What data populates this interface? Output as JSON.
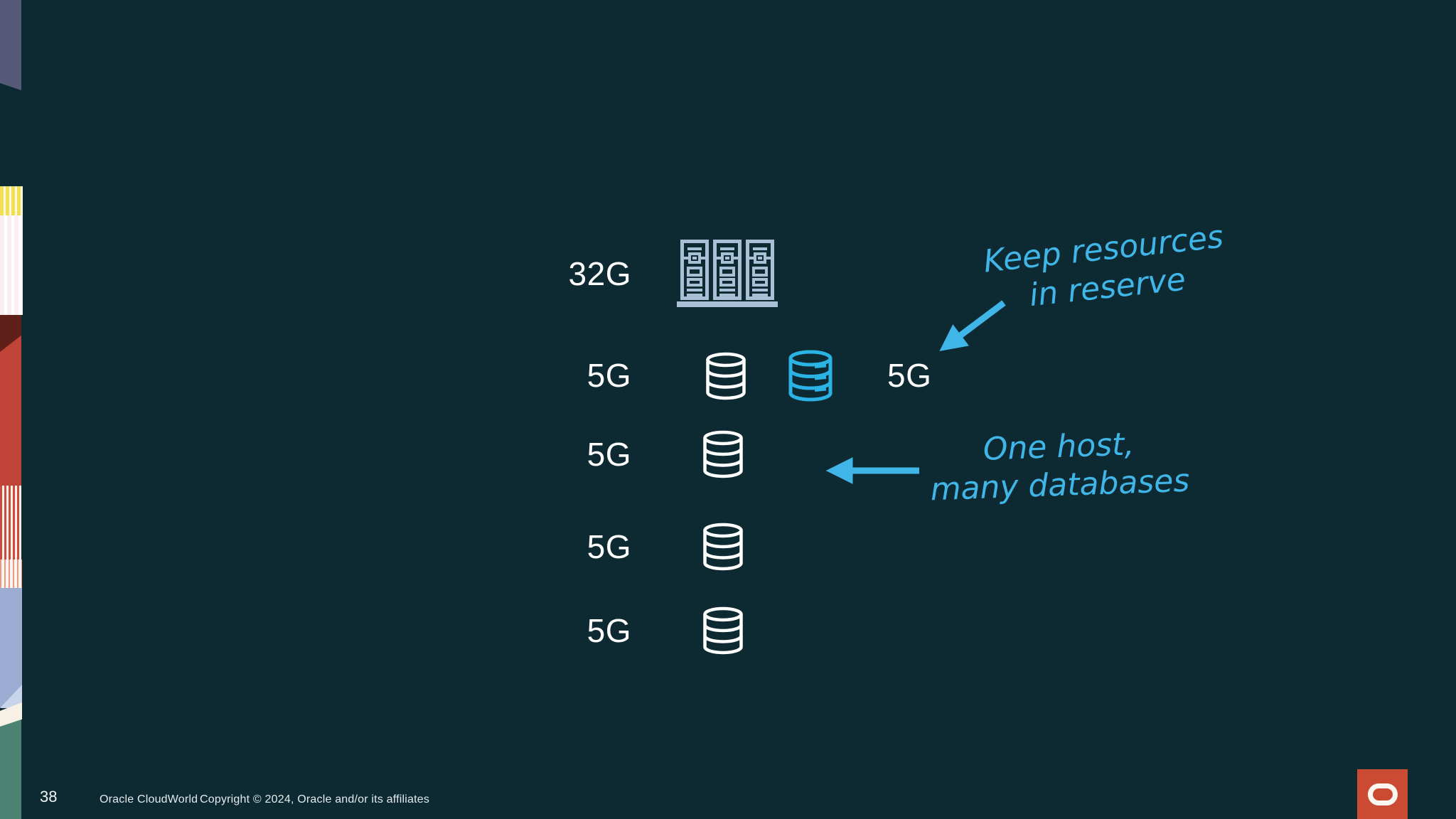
{
  "slide": {
    "page_number": "38",
    "footer": {
      "brand": "Oracle CloudWorld",
      "copyright": "Copyright © 2024, Oracle and/or its affiliates"
    },
    "colors": {
      "background": "#0d2a33",
      "accent_blue": "#3fb6e7",
      "icon_steel_blue": "#a9bfd6",
      "icon_white": "#ffffff",
      "oracle_red": "#cb4a33"
    }
  },
  "diagram": {
    "host_row": {
      "label": "32G",
      "icon": "server-rack-icon"
    },
    "db_rows": [
      {
        "label": "5G",
        "icon": "database-icon"
      },
      {
        "label": "5G",
        "icon": "database-icon"
      },
      {
        "label": "5G",
        "icon": "database-icon"
      },
      {
        "label": "5G",
        "icon": "database-icon"
      }
    ],
    "reserve": {
      "label": "5G",
      "icon": "database-reserve-icon"
    }
  },
  "annotations": {
    "keep_resources": {
      "line1": "Keep resources",
      "line2": "in reserve",
      "arrow": "down-left"
    },
    "one_host": {
      "line1": "One host,",
      "line2": "many databases",
      "arrow": "left"
    }
  },
  "artwork_strip": {
    "segment_colors": [
      "#565a78",
      "#f2de52",
      "#fbeef0",
      "#5f2019",
      "#bf4336",
      "#cd4a3c",
      "#e89a86",
      "#9badd3",
      "#f6f1e4",
      "#4c8272"
    ]
  },
  "logo": {
    "name": "oracle-logo"
  }
}
